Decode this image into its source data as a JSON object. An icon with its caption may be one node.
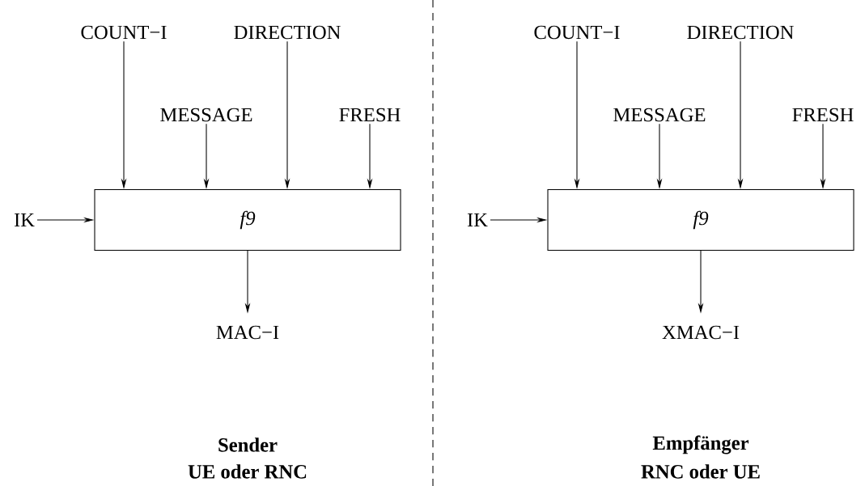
{
  "diagram": {
    "nodes": [
      {
        "text": [
          "COUNT−I"
        ]
      },
      {
        "text": [
          "MESSAGE"
        ]
      },
      {
        "text": [
          "DIRECTION"
        ]
      },
      {
        "text": [
          "FRESH"
        ]
      },
      {
        "text": [
          "IK"
        ]
      },
      {
        "text": [
          "f9"
        ]
      },
      {
        "text": [
          "MAC−I"
        ]
      },
      {
        "text": [
          "COUNT−I"
        ]
      },
      {
        "text": [
          "MESSAGE"
        ]
      },
      {
        "text": [
          "DIRECTION"
        ]
      },
      {
        "text": [
          "FRESH"
        ]
      },
      {
        "text": [
          "IK"
        ]
      },
      {
        "text": [
          "f9"
        ]
      },
      {
        "text": [
          "XMAC−I"
        ]
      }
    ],
    "edges": [
      {
        "from": 0,
        "to": 5,
        "arrow": "to"
      },
      {
        "from": 1,
        "to": 5,
        "arrow": "to"
      },
      {
        "from": 2,
        "to": 5,
        "arrow": "to"
      },
      {
        "from": 3,
        "to": 5,
        "arrow": "to"
      },
      {
        "from": 4,
        "to": 5,
        "arrow": "to"
      },
      {
        "from": 5,
        "to": 6,
        "arrow": "to"
      },
      {
        "from": 7,
        "to": 12,
        "arrow": "to"
      },
      {
        "from": 8,
        "to": 12,
        "arrow": "to"
      },
      {
        "from": 9,
        "to": 12,
        "arrow": "to"
      },
      {
        "from": 10,
        "to": 12,
        "arrow": "to"
      },
      {
        "from": 11,
        "to": 12,
        "arrow": "to"
      },
      {
        "from": 12,
        "to": 13,
        "arrow": "to"
      }
    ],
    "labels": [
      "Sender",
      "UE oder RNC",
      "Empfänger",
      "RNC oder UE"
    ]
  }
}
